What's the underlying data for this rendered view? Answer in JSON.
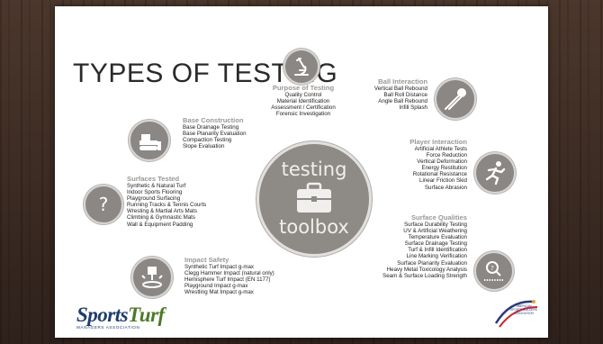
{
  "slide_title": "TYPES OF TESTING",
  "hub": {
    "top_word": "testing",
    "bottom_word": "toolbox"
  },
  "sections": {
    "purpose": {
      "heading": "Purpose of Testing",
      "items": [
        "Quality Control",
        "Material Identification",
        "Assessment / Certification",
        "Forensic Investigation"
      ]
    },
    "ball": {
      "heading": "Ball Interaction",
      "items": [
        "Vertical Ball Rebound",
        "Ball Roll Distance",
        "Angle Ball Rebound",
        "Infill Splash"
      ]
    },
    "base": {
      "heading": "Base Construction",
      "items": [
        "Base Drainage Testing",
        "Base Planarity Evaluation",
        "Compaction Testing",
        "Slope Evaluation"
      ]
    },
    "player": {
      "heading": "Player Interaction",
      "items": [
        "Artificial Athlete Tests",
        "Force Reduction",
        "Vertical Deformation",
        "Energy Restitution",
        "Rotational  Resistance",
        "Linear Friction Skid",
        "Surface Abrasion"
      ]
    },
    "surfaces": {
      "heading": "Surfaces Tested",
      "items": [
        "Synthetic & Natural Turf",
        "Indoor Sports Flooring",
        "Playground Surfacing",
        "Running Tracks & Tennis Courts",
        "Wresting & Martial Arts Mats",
        "Climbing & Gymnastic Mats",
        "Wall & Equipment Padding"
      ]
    },
    "qualities": {
      "heading": "Surface Qualities",
      "items": [
        "Surface Durability  Testing",
        "UV & Artificial Weathering",
        "Temperature Evaluation",
        "Surface Drainage Testing",
        "Turf & Infill Identification",
        "Line Marking Verification",
        "Surface Planarity  Evaluation",
        "Heavy Metal Toxicology Analysis",
        "Seam & Surface Loading Strength"
      ]
    },
    "impact": {
      "heading": "Impact Safety",
      "items": [
        "Synthetic Turf Impact g-max",
        "Clegg Hammer Impact (natural only)",
        "Hemisphere Turf Impact (EN 1177)",
        "Playground Impact g-max",
        "Wrestling Mat  Impact g-max"
      ]
    }
  },
  "logos": {
    "left_main_a": "Sports",
    "left_main_b": "Turf",
    "left_sub": "MANAGERS ASSOCIATION",
    "right_text": "AMERICAN SPORTS BUILDERS ASSOCIATION"
  },
  "colors": {
    "circle_fill": "#8a8785",
    "heading_gray": "#9b9793",
    "logo_blue": "#1e3d6e",
    "logo_green": "#4d7a2a"
  },
  "icons": [
    "microscope-icon",
    "baseball-bat-icon",
    "bulldozer-icon",
    "runner-icon",
    "question-mark-icon",
    "magnifier-icon",
    "impact-hammer-icon",
    "toolbox-icon"
  ]
}
